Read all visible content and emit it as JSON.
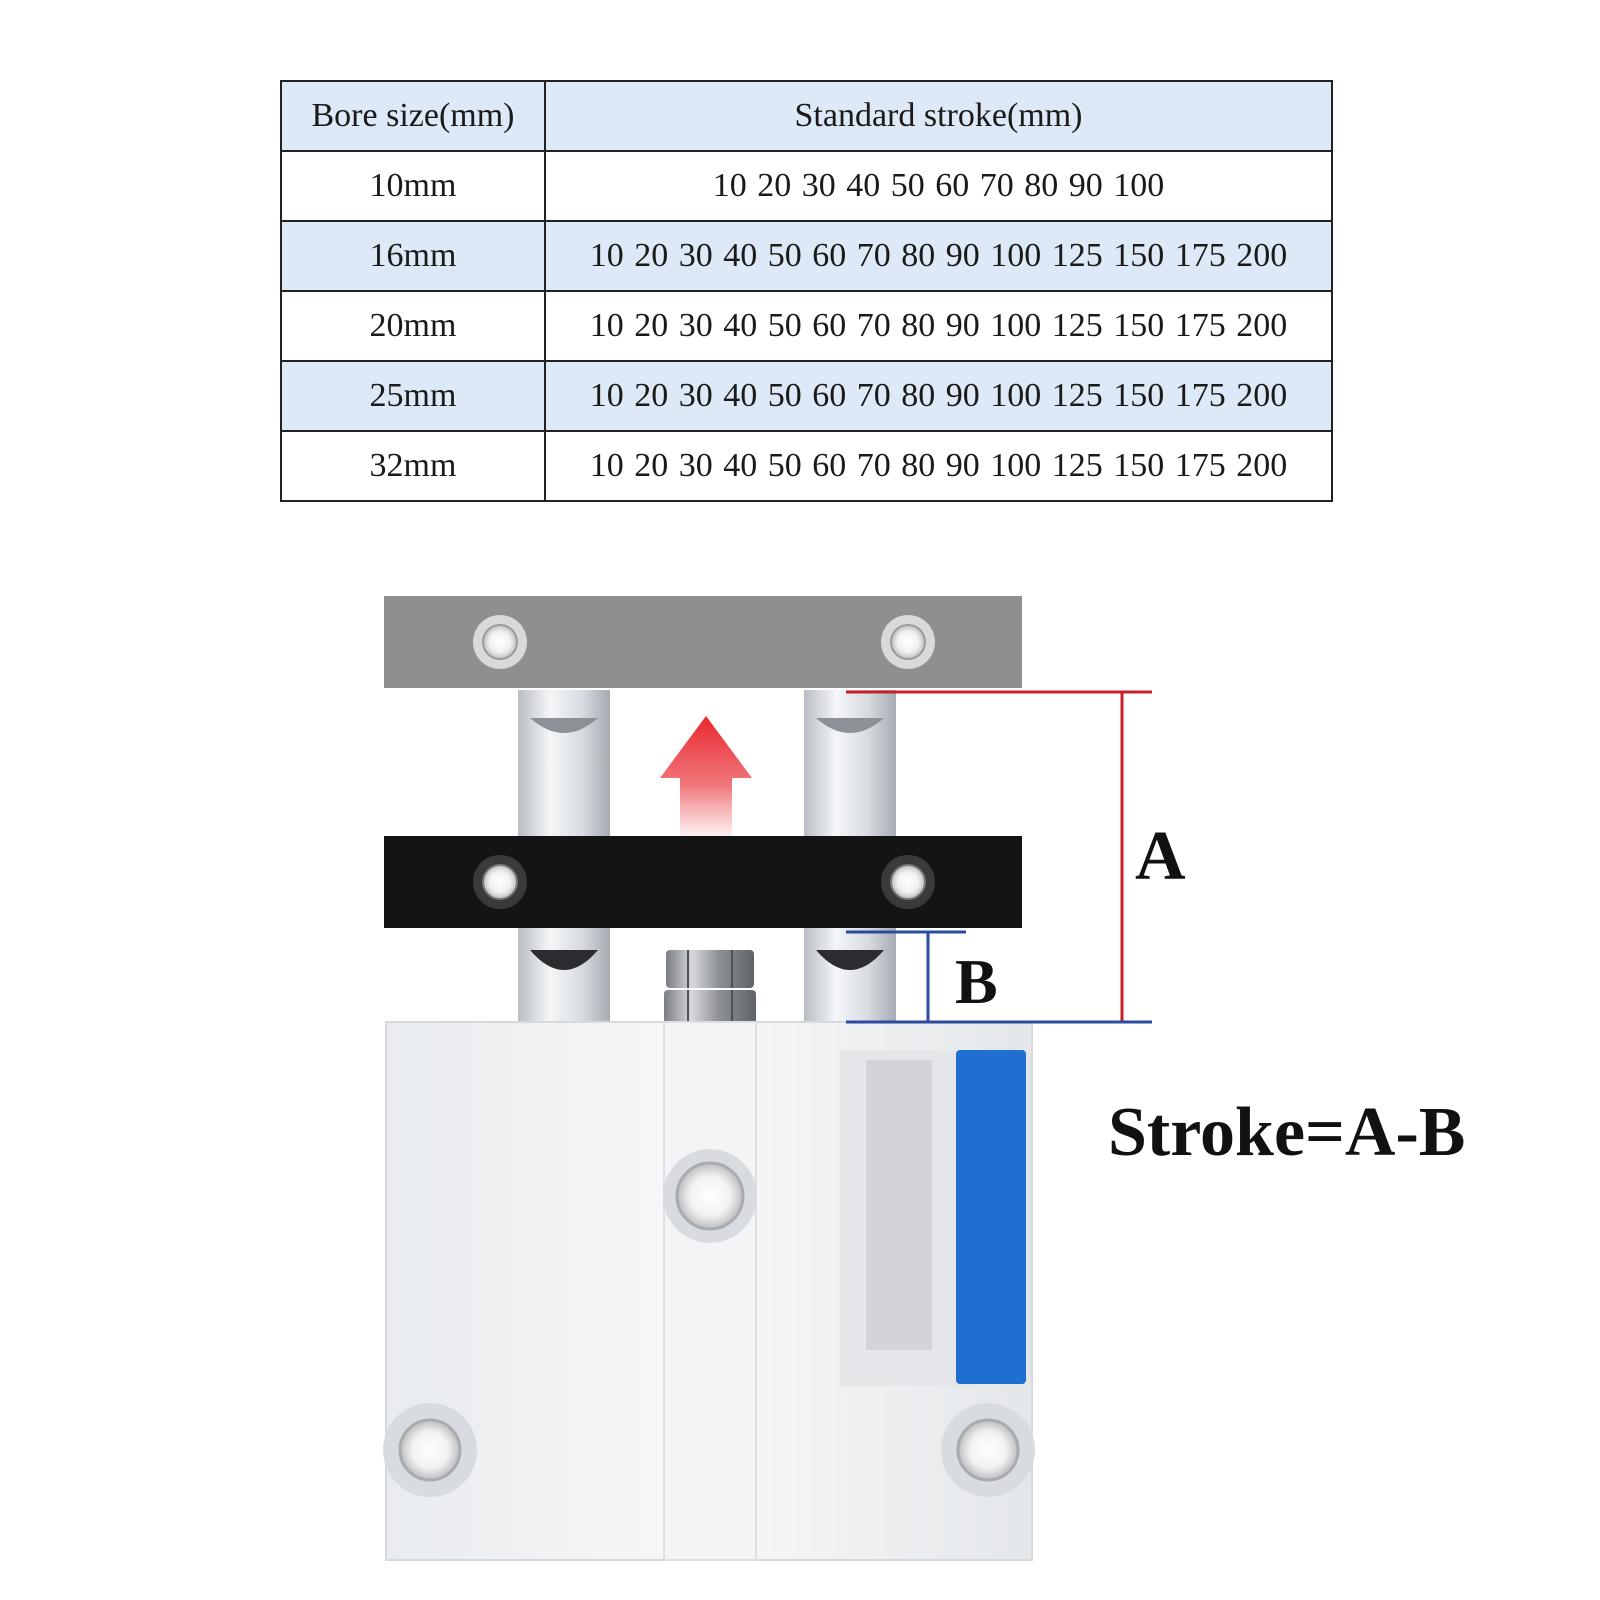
{
  "table": {
    "headers": {
      "bore": "Bore size(mm)",
      "stroke": "Standard stroke(mm)"
    },
    "rows": [
      {
        "bore": "10mm",
        "strokes": "10 20 30 40 50 60 70 80 90 100"
      },
      {
        "bore": "16mm",
        "strokes": "10 20 30 40 50 60 70 80 90 100 125 150 175 200"
      },
      {
        "bore": "20mm",
        "strokes": "10 20 30 40 50 60 70 80 90 100 125 150 175 200"
      },
      {
        "bore": "25mm",
        "strokes": "10 20 30 40 50 60 70 80 90 100 125 150 175 200"
      },
      {
        "bore": "32mm",
        "strokes": "10 20 30 40 50 60 70 80 90 100 125 150 175 200"
      }
    ]
  },
  "diagram": {
    "label_a": "A",
    "label_b": "B",
    "formula": "Stroke=A-B",
    "colors": {
      "dimension_a": "#c8202a",
      "dimension_b": "#2b4aa0",
      "arrow": "#e8282e",
      "label_strip": "#1e6fd0",
      "moving_plate": "#141414",
      "extended_plate": "#8f8f8f"
    }
  }
}
